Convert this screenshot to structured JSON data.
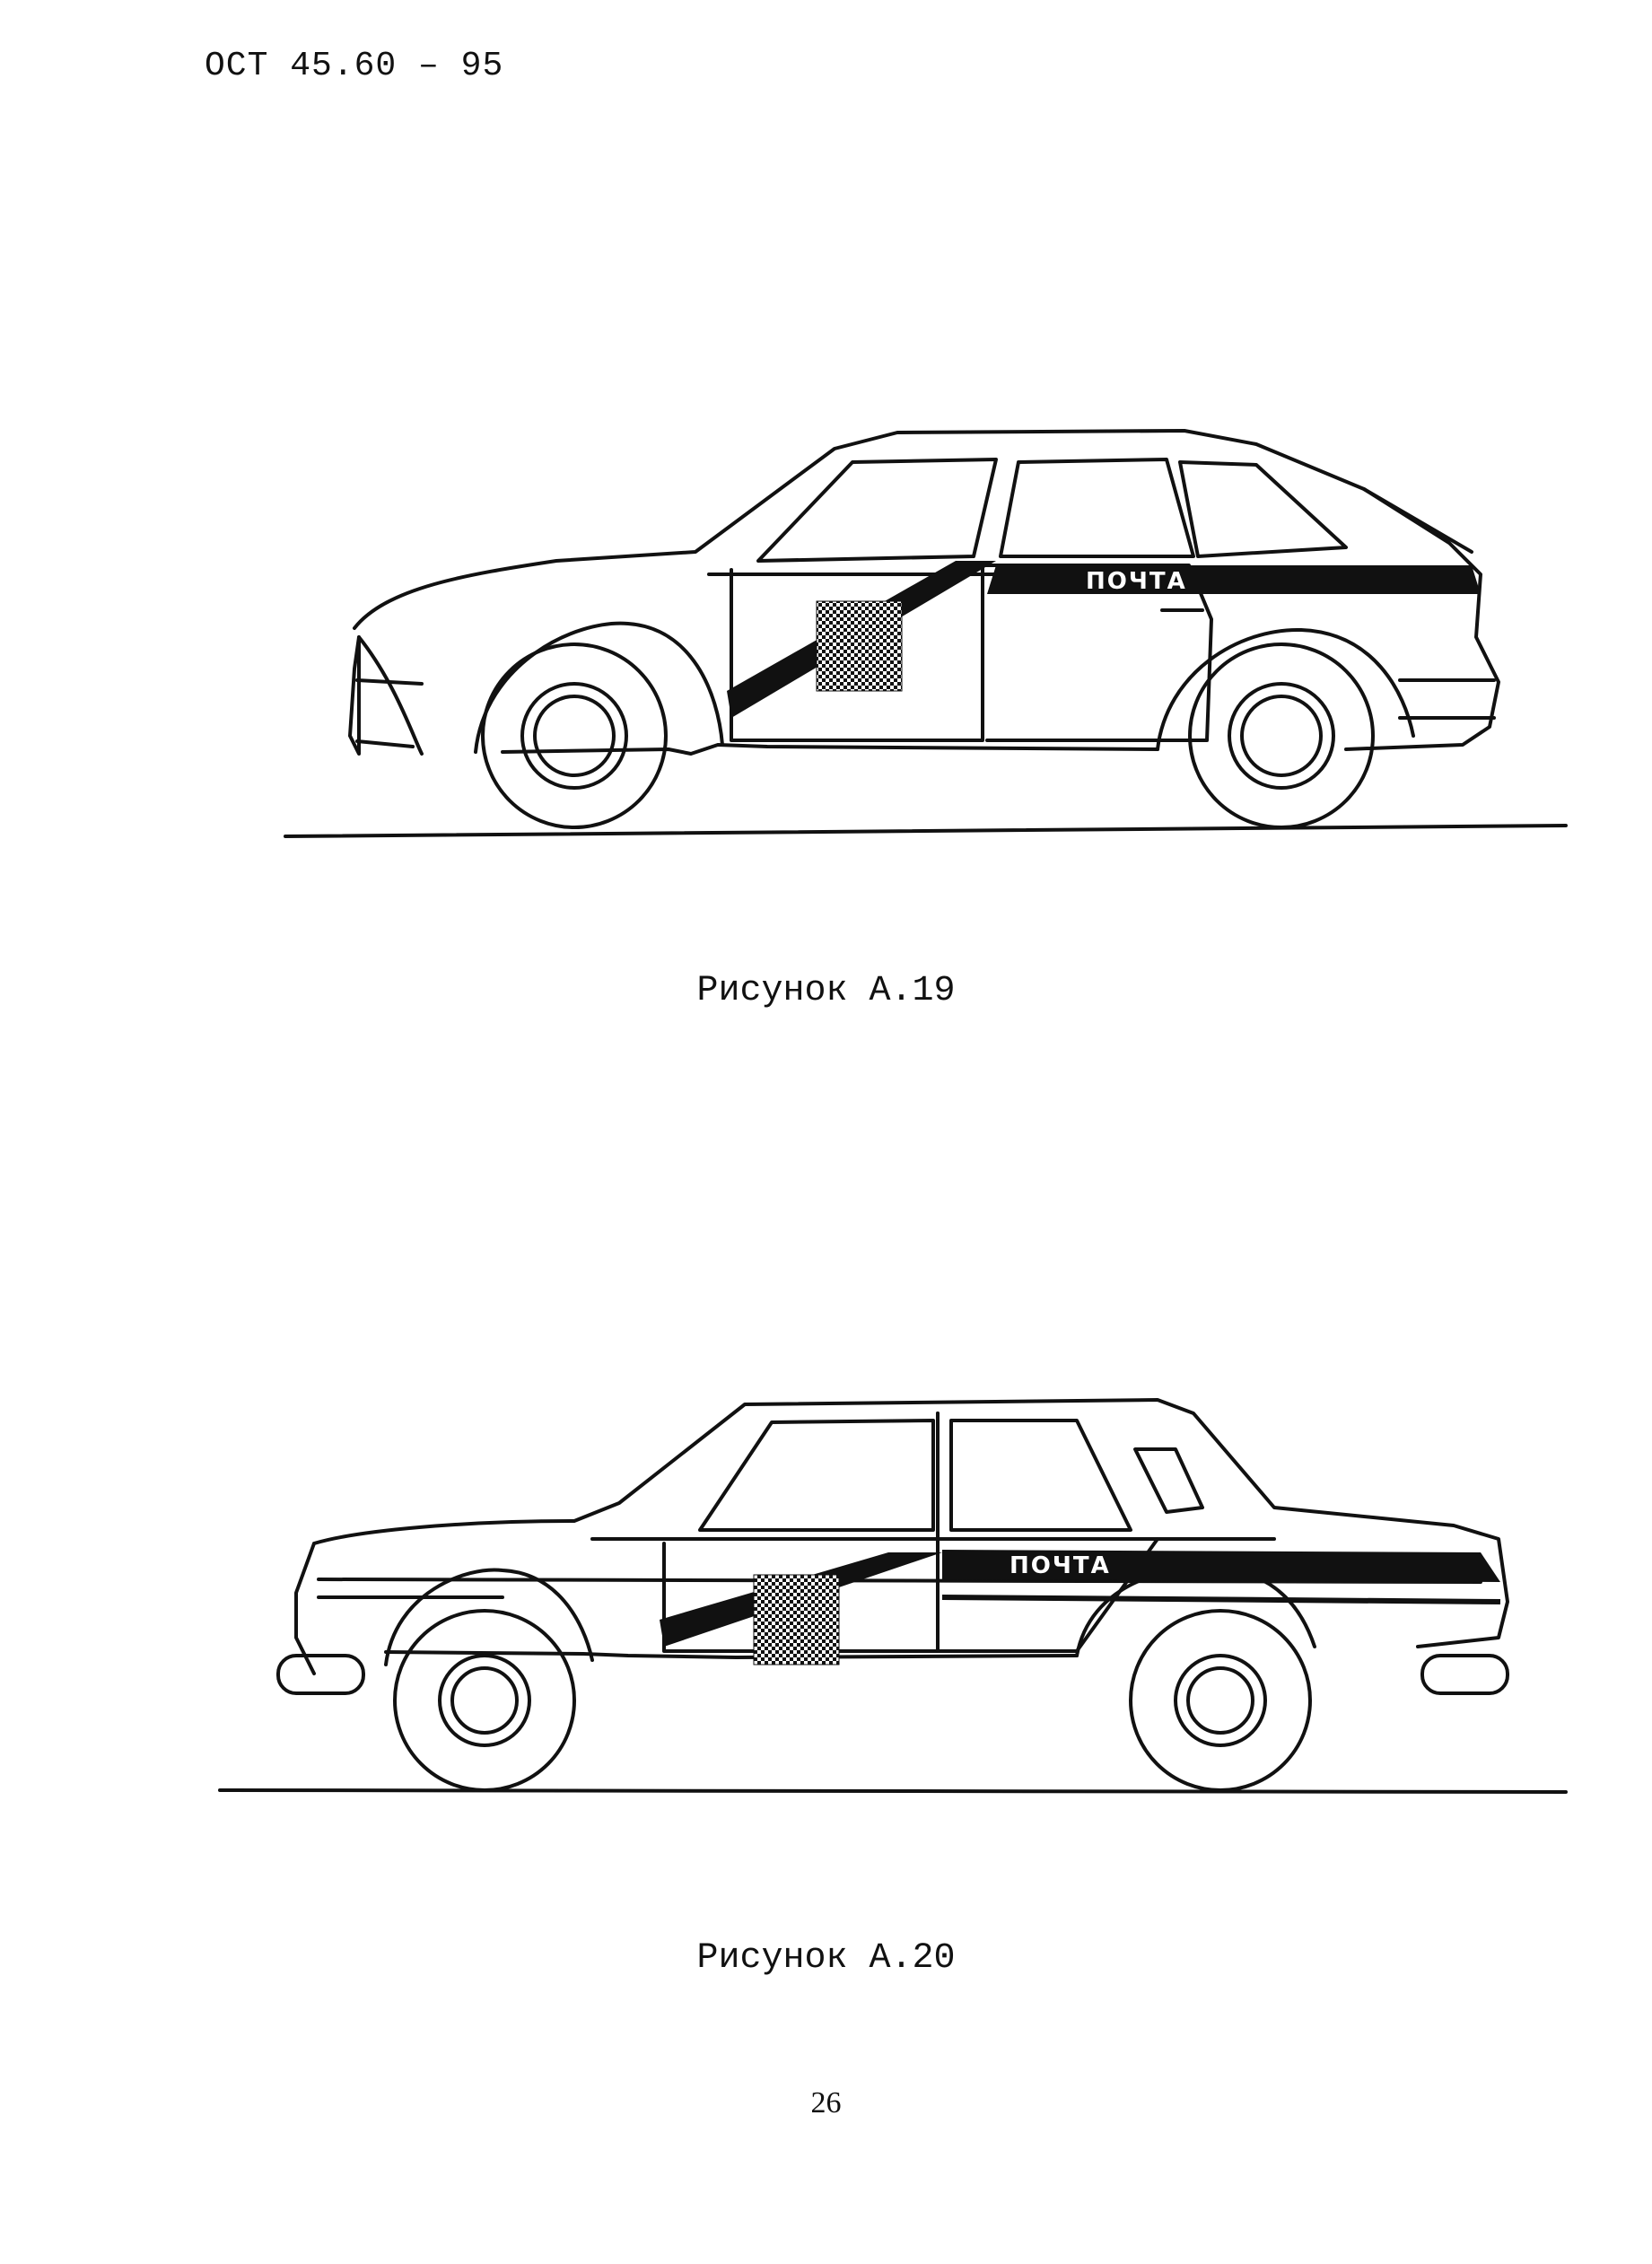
{
  "header": {
    "doc_code": "ОСТ 45.60 – 95"
  },
  "figures": [
    {
      "caption": "Рисунок А.19",
      "label": "ПОЧТА"
    },
    {
      "caption": "Рисунок А.20",
      "label": "ПОЧТА"
    }
  ],
  "footer": {
    "page_number": "26"
  },
  "colors": {
    "ink": "#111111",
    "paper": "#ffffff"
  }
}
